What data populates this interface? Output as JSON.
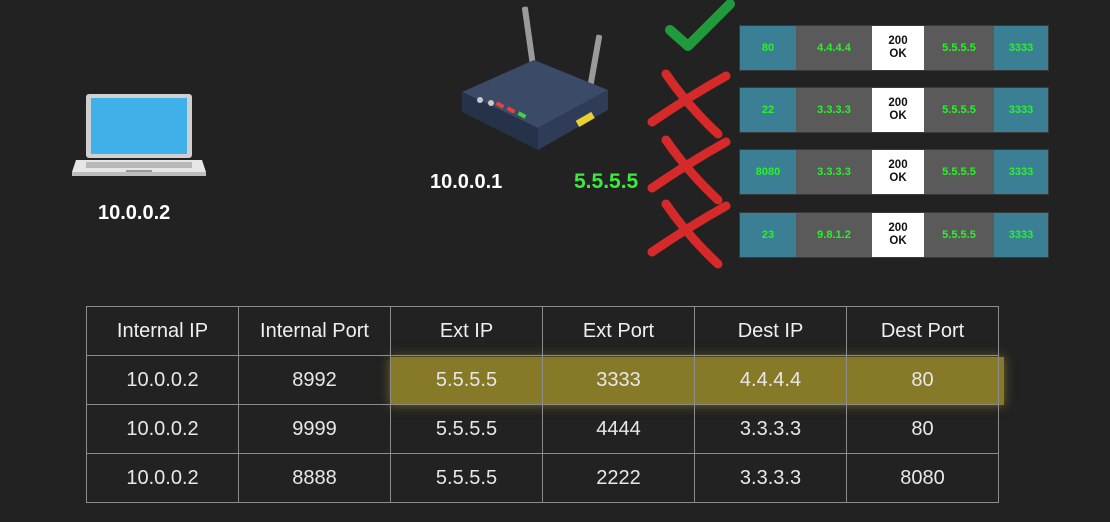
{
  "diagram": {
    "laptop": {
      "icon": "laptop-icon",
      "ip": "10.0.0.2"
    },
    "router": {
      "icon": "router-icon",
      "private_ip": "10.0.0.1",
      "public_ip": "5.5.5.5"
    },
    "packets": [
      {
        "status": "allowed",
        "mark_icon": "green-check-icon",
        "src_port": "80",
        "src_ip": "4.4.4.4",
        "response_code": "200",
        "response_text": "OK",
        "dest_ip": "5.5.5.5",
        "dest_port": "3333"
      },
      {
        "status": "blocked",
        "mark_icon": "red-x-icon",
        "src_port": "22",
        "src_ip": "3.3.3.3",
        "response_code": "200",
        "response_text": "OK",
        "dest_ip": "5.5.5.5",
        "dest_port": "3333"
      },
      {
        "status": "blocked",
        "mark_icon": "red-x-icon",
        "src_port": "8080",
        "src_ip": "3.3.3.3",
        "response_code": "200",
        "response_text": "OK",
        "dest_ip": "5.5.5.5",
        "dest_port": "3333"
      },
      {
        "status": "blocked",
        "mark_icon": "red-x-icon",
        "src_port": "23",
        "src_ip": "9.8.1.2",
        "response_code": "200",
        "response_text": "OK",
        "dest_ip": "5.5.5.5",
        "dest_port": "3333"
      }
    ],
    "colors": {
      "public_ip": "#3ee83e",
      "packet_port_bg": "#3a7f93",
      "packet_ip_bg": "#5a5a5a",
      "highlight": "#c4ae2a",
      "check": "#1f9a3c",
      "cross": "#d62a2a"
    }
  },
  "nat_table": {
    "headers": [
      "Internal IP",
      "Internal Port",
      "Ext IP",
      "Ext Port",
      "Dest IP",
      "Dest Port"
    ],
    "rows": [
      [
        "10.0.0.2",
        "8992",
        "5.5.5.5",
        "3333",
        "4.4.4.4",
        "80"
      ],
      [
        "10.0.0.2",
        "9999",
        "5.5.5.5",
        "4444",
        "3.3.3.3",
        "80"
      ],
      [
        "10.0.0.2",
        "8888",
        "5.5.5.5",
        "2222",
        "3.3.3.3",
        "8080"
      ]
    ],
    "highlighted_row": 0
  }
}
